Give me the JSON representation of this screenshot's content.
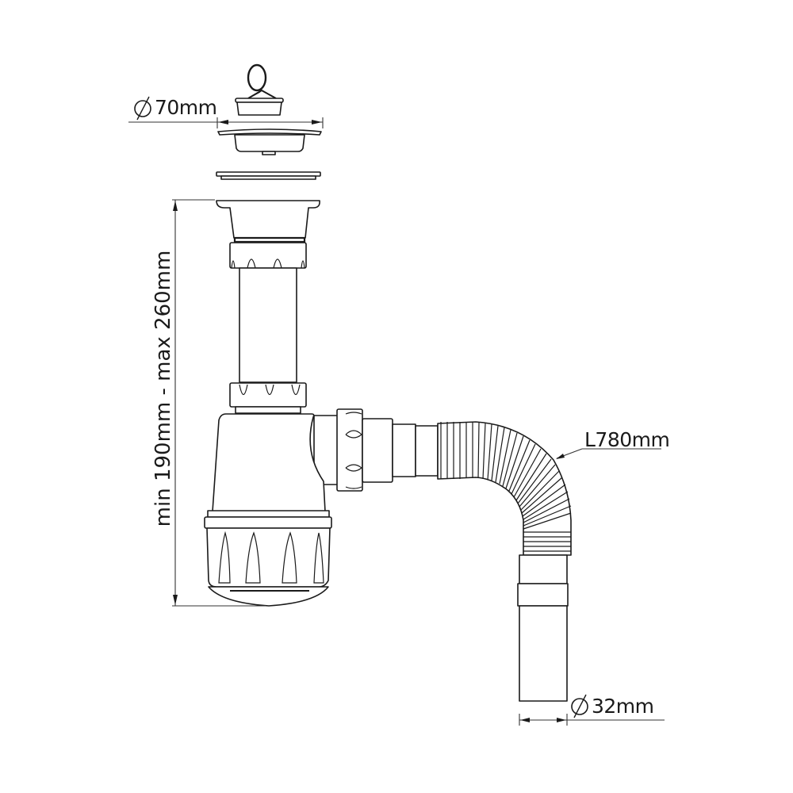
{
  "diagram": {
    "title": "Sink bottle trap with flexible hose – dimension drawing",
    "colors": {
      "line": "#1a1a1a",
      "background": "#ffffff"
    },
    "dimensions": {
      "plug_diameter": {
        "symbol": "∅",
        "value": "70mm"
      },
      "height_range": {
        "text": "min 190mm - max 260mm"
      },
      "hose_length": {
        "text": "L780mm"
      },
      "outlet_diameter": {
        "symbol": "∅",
        "value": "32mm"
      }
    },
    "components": [
      "plug-with-ring-chain",
      "strainer-basket",
      "flange-gasket",
      "waste-outlet-body",
      "slip-nut-top",
      "extension-tube",
      "slip-nut-bottom",
      "bottle-trap-body",
      "trap-base-cap",
      "side-outlet-nut",
      "outlet-adapter",
      "flexible-corrugated-hose",
      "outlet-pipe-32mm"
    ]
  }
}
